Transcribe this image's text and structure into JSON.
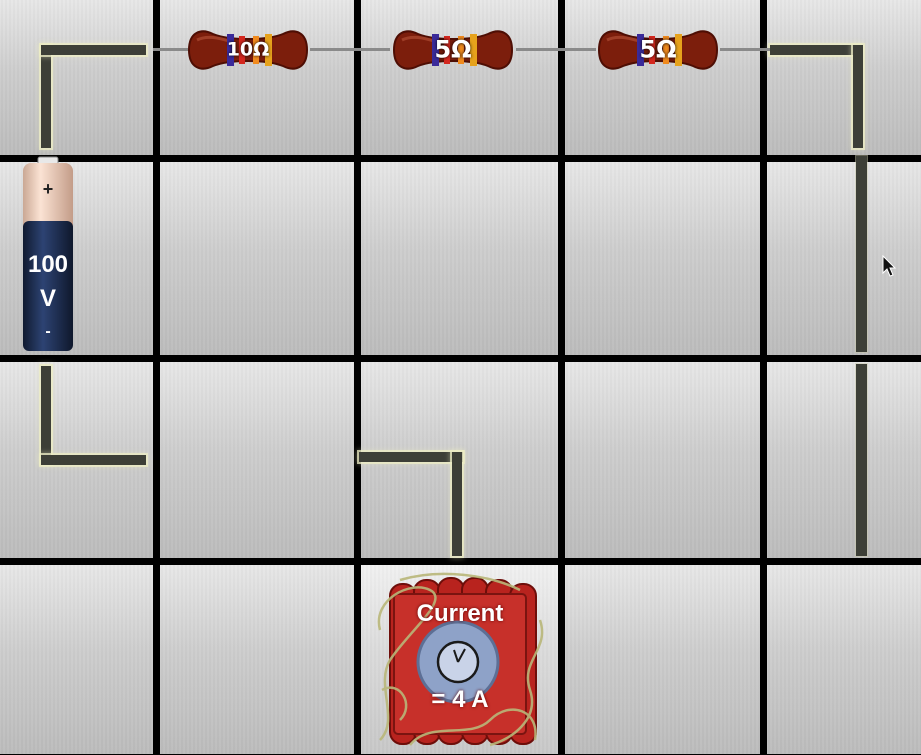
{
  "grid": {
    "rows": 4,
    "cols": 5,
    "highlight_tile": [
      3,
      2
    ]
  },
  "battery": {
    "positive": "+",
    "voltage_line1": "100",
    "voltage_line2": "V",
    "negative": "-"
  },
  "resistors": [
    {
      "label": "10Ω"
    },
    {
      "label": "5Ω"
    },
    {
      "label": "5Ω"
    }
  ],
  "meter": {
    "title": "Current",
    "value": "= 4 A"
  },
  "icons": {
    "battery": "battery-icon",
    "resistor": "resistor-icon",
    "meter": "dynamite-timer-icon",
    "cursor": "mouse-pointer-icon"
  },
  "colors": {
    "grid_line": "#0a0a0a",
    "wire": "#3d3f37",
    "wire_glow": "#ececc4",
    "resistor_body": "#7c1e0c",
    "battery_body": "#1f3157",
    "battery_cap": "#f1d3c2",
    "meter_red": "#c0302b",
    "meter_clock": "#8ea2c8"
  }
}
